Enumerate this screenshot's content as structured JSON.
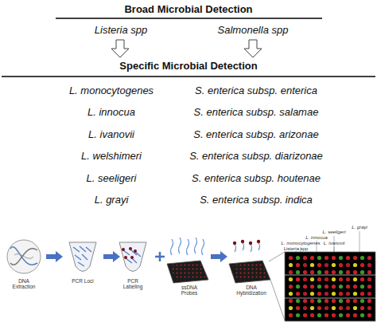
{
  "diagram": {
    "title": "Broad Microbial Detection",
    "labels": [
      "Listeria spp",
      "Salmonella spp",
      "Specific Microbial Detection",
      "L. monocytogenes",
      "L. innocua",
      "L. ivanovii",
      "L. welshimeri",
      "L. seeligeri",
      "L. grayi",
      "S. enterica subsp. enterica",
      "S. enterica subsp. salamae",
      "S. enterica subsp. arizonae",
      "S. enterica subsp. diarizonae",
      "S. enterica subsp. houtenae",
      "S. enterica subsp. indica",
      "DNA Extraction",
      "PCR Loci",
      "PCR Labeling",
      "ssDNA Probes",
      "DNA Hybridization",
      "Listeria spp",
      "L. monocytogenes",
      "L. innocua",
      "L. ivanovii",
      "L. seeligeri",
      "L. grayi"
    ]
  }
}
